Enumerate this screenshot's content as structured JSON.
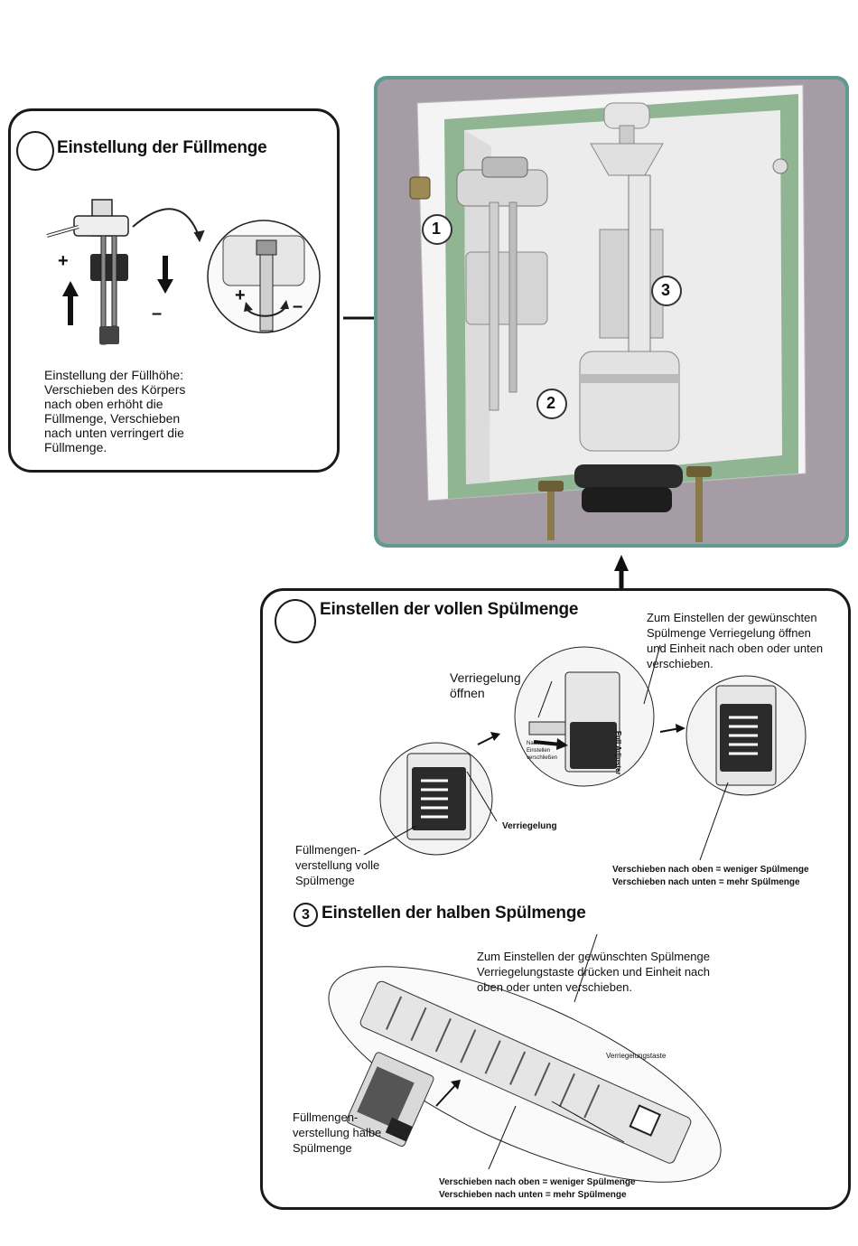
{
  "panel_fill": {
    "title": "Einstellung der Füllmenge",
    "plus_left": "+",
    "minus_left": "–",
    "plus_right": "+",
    "minus_right": "–",
    "description": "Einstellung der Füllhöhe:\nVerschieben des Körpers\nnach oben erhöht die\nFüllmenge, Verschieben\nnach unten verringert die\nFüllmenge."
  },
  "cistern": {
    "callout_1": "1",
    "callout_2": "2",
    "callout_3": "3"
  },
  "panel_flush": {
    "title_full": "Einstellen der vollen Spülmenge",
    "instruction_full": "Zum Einstellen der gewünschten\nSpülmenge Verriegelung öffnen\nund Einheit nach oben oder unten\nverschieben.",
    "label_lock_open": "Verriegelung\nöffnen",
    "label_lock": "Verriegelung",
    "label_full_adjust": "Füllmengen-\nverstellung volle\nSpülmenge",
    "note_full": "Verschieben nach oben = weniger Spülmenge\nVerschieben nach unten = mehr Spülmenge",
    "section_number": "3",
    "title_half": "Einstellen der halben Spülmenge",
    "instruction_half": "Zum Einstellen der gewünschten Spülmenge\nVerriegelungstaste drücken und Einheit nach\noben oder unten verschieben.",
    "label_lock_button": "Verriegelungstaste",
    "label_half_adjust": "Füllmengen-\nverstellung halbe\nSpülmenge",
    "note_half": "Verschieben nach oben = weniger Spülmenge\nVerschieben nach unten = mehr Spülmenge",
    "device_text": "Full Adjuster",
    "mini_text": "Nach\nEinstellen\nverschließen"
  },
  "colors": {
    "cistern_frame": "#5e9a90",
    "cistern_bg": "#a69ca6",
    "cistern_wall": "#8fb592",
    "outline": "#1a1a1a"
  }
}
